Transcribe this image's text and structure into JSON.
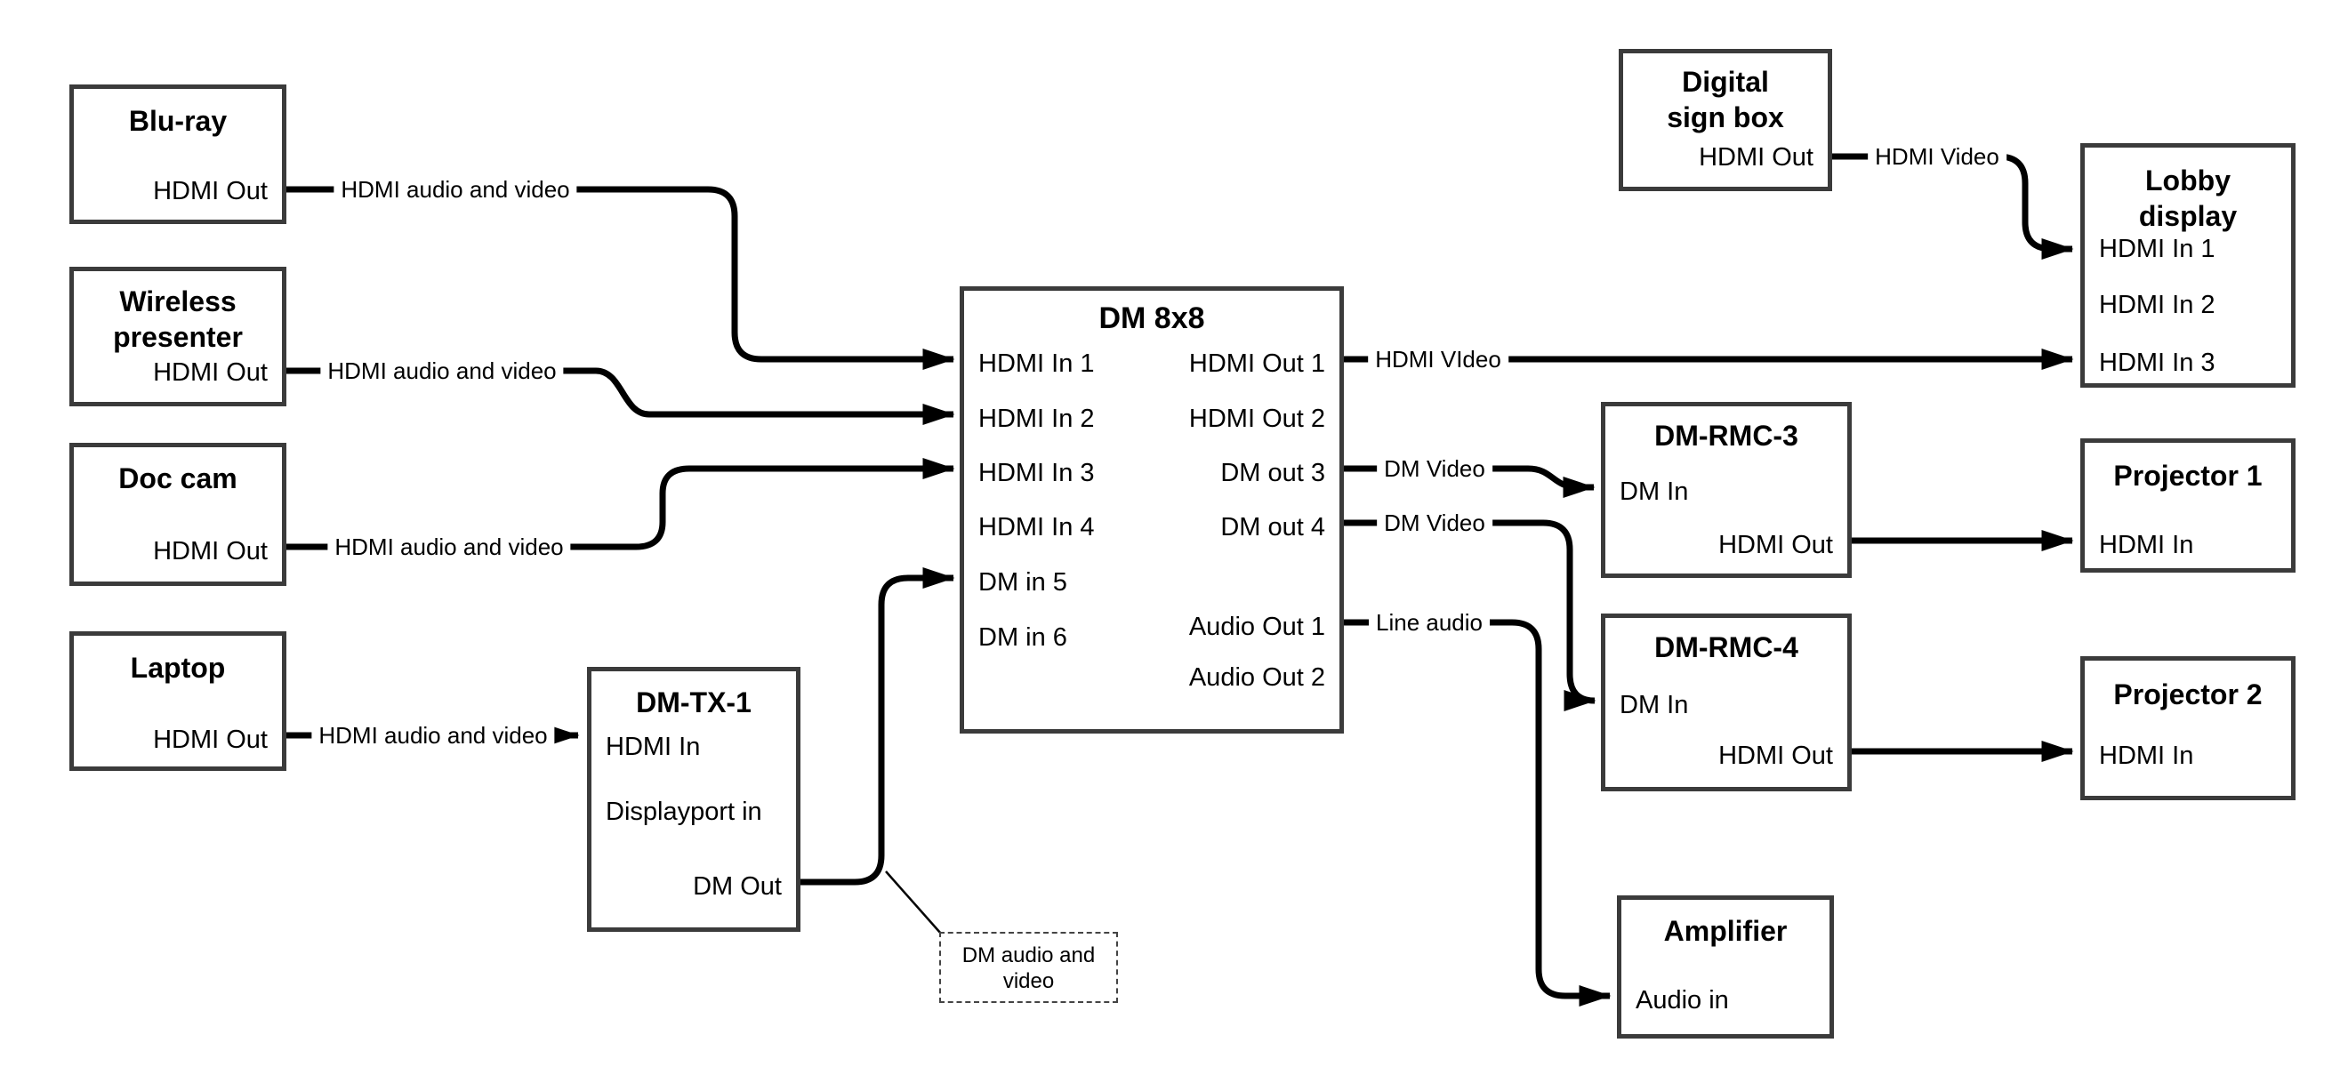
{
  "canvas": {
    "background": "#ffffff",
    "connector_color": "#000000",
    "box_border_color": "#3b3b3b"
  },
  "nodes": {
    "bluray": {
      "title": "Blu-ray",
      "ports": {
        "hdmi_out": "HDMI Out"
      }
    },
    "wireless": {
      "title": "Wireless presenter",
      "ports": {
        "hdmi_out": "HDMI Out"
      }
    },
    "doccam": {
      "title": "Doc cam",
      "ports": {
        "hdmi_out": "HDMI Out"
      }
    },
    "laptop": {
      "title": "Laptop",
      "ports": {
        "hdmi_out": "HDMI Out"
      }
    },
    "dmtx1": {
      "title": "DM-TX-1",
      "ports": {
        "hdmi_in": "HDMI In",
        "dp_in": "Displayport in",
        "dm_out": "DM Out"
      }
    },
    "dm8x8": {
      "title": "DM 8x8",
      "ports": {
        "in1": "HDMI In 1",
        "in2": "HDMI In 2",
        "in3": "HDMI In 3",
        "in4": "HDMI In 4",
        "in5": "DM in 5",
        "in6": "DM in 6",
        "out1": "HDMI Out 1",
        "out2": "HDMI Out 2",
        "out3": "DM out 3",
        "out4": "DM out 4",
        "aout1": "Audio Out 1",
        "aout2": "Audio Out 2"
      }
    },
    "sign": {
      "title": "Digital sign box",
      "ports": {
        "hdmi_out": "HDMI Out"
      }
    },
    "lobby": {
      "title": "Lobby display",
      "ports": {
        "in1": "HDMI In 1",
        "in2": "HDMI In 2",
        "in3": "HDMI In 3"
      }
    },
    "rmc3": {
      "title": "DM-RMC-3",
      "ports": {
        "dm_in": "DM In",
        "hdmi_out": "HDMI Out"
      }
    },
    "rmc4": {
      "title": "DM-RMC-4",
      "ports": {
        "dm_in": "DM In",
        "hdmi_out": "HDMI Out"
      }
    },
    "proj1": {
      "title": "Projector 1",
      "ports": {
        "hdmi_in": "HDMI In"
      }
    },
    "proj2": {
      "title": "Projector 2",
      "ports": {
        "hdmi_in": "HDMI In"
      }
    },
    "amp": {
      "title": "Amplifier",
      "ports": {
        "audio_in": "Audio in"
      }
    }
  },
  "edge_labels": {
    "bluray_av": "HDMI audio and video",
    "wireless_av": "HDMI audio and video",
    "doccam_av": "HDMI audio and video",
    "laptop_av": "HDMI audio and video",
    "sign_video": "HDMI Video",
    "out1_video": "HDMI VIdeo",
    "out3_video": "DM Video",
    "out4_video": "DM Video",
    "line_audio": "Line audio"
  },
  "note": {
    "text": "DM audio and video"
  }
}
